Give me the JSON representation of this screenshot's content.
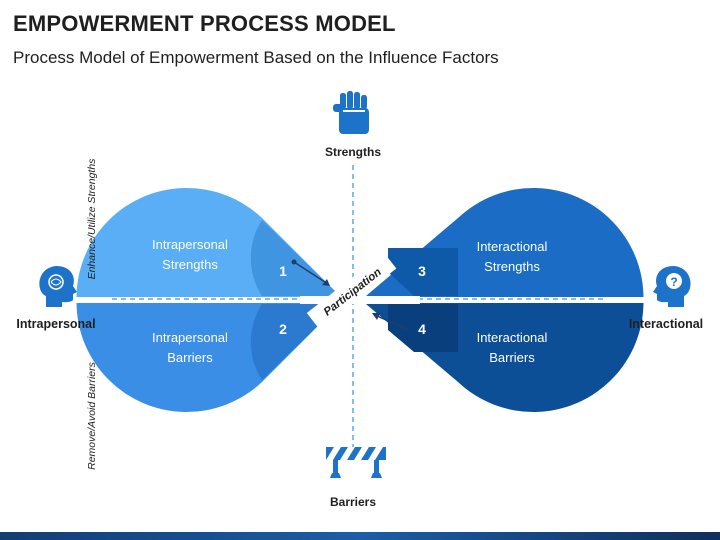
{
  "title": "EMPOWERMENT PROCESS MODEL",
  "subtitle": "Process Model of Empowerment Based on the Influence Factors",
  "axes": {
    "top": "Strengths",
    "bottom": "Barriers",
    "left": "Intrapersonal",
    "right": "Interactional",
    "vertical_upper": "Enhance/Utilize Strengths",
    "vertical_lower": "Remove/Avoid Barriers"
  },
  "center_label": "Participation",
  "quadrants": [
    {
      "number": "1",
      "line1": "Intrapersonal",
      "line2": "Strengths"
    },
    {
      "number": "2",
      "line1": "Intrapersonal",
      "line2": "Barriers"
    },
    {
      "number": "3",
      "line1": "Interactional",
      "line2": "Strengths"
    },
    {
      "number": "4",
      "line1": "Interactional",
      "line2": "Barriers"
    }
  ],
  "colors": {
    "left_top": "#5aaef5",
    "left_bottom": "#3b8ee6",
    "right_top": "#1a6cc4",
    "right_bottom": "#0d4f96",
    "axis_dash": "#5aa7e6",
    "icon": "#1d73c9"
  },
  "icons": [
    "raised-fist-icon",
    "head-brain-icon",
    "head-question-icon",
    "barrier-icon"
  ]
}
